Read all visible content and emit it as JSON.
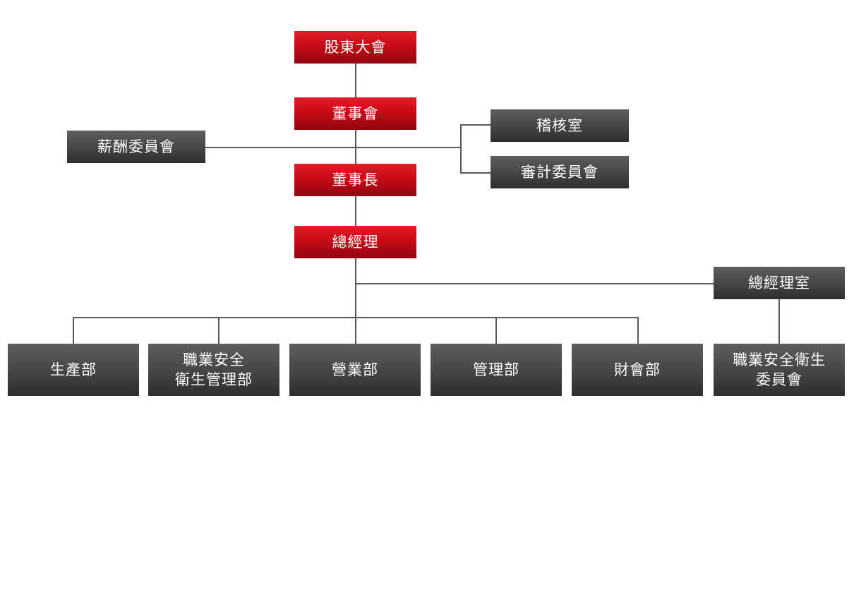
{
  "org_chart": {
    "shareholders_meeting": "股東大會",
    "board_of_directors": "董事會",
    "chairman": "董事長",
    "general_manager": "總經理",
    "remuneration_committee": "薪酬委員會",
    "audit_office": "稽核室",
    "audit_committee": "審計委員會",
    "gm_office": "總經理室",
    "departments": {
      "production": "生產部",
      "occupational_safety_health_mgmt": "職業安全\n衛生管理部",
      "sales": "營業部",
      "management": "管理部",
      "finance_accounting": "財會部"
    },
    "occupational_safety_health_committee": "職業安全衛生\n委員會"
  },
  "colors": {
    "executive_box": "#c80a16",
    "unit_box": "#474747",
    "connector": "#5a5a5a",
    "text": "#ffffff"
  }
}
